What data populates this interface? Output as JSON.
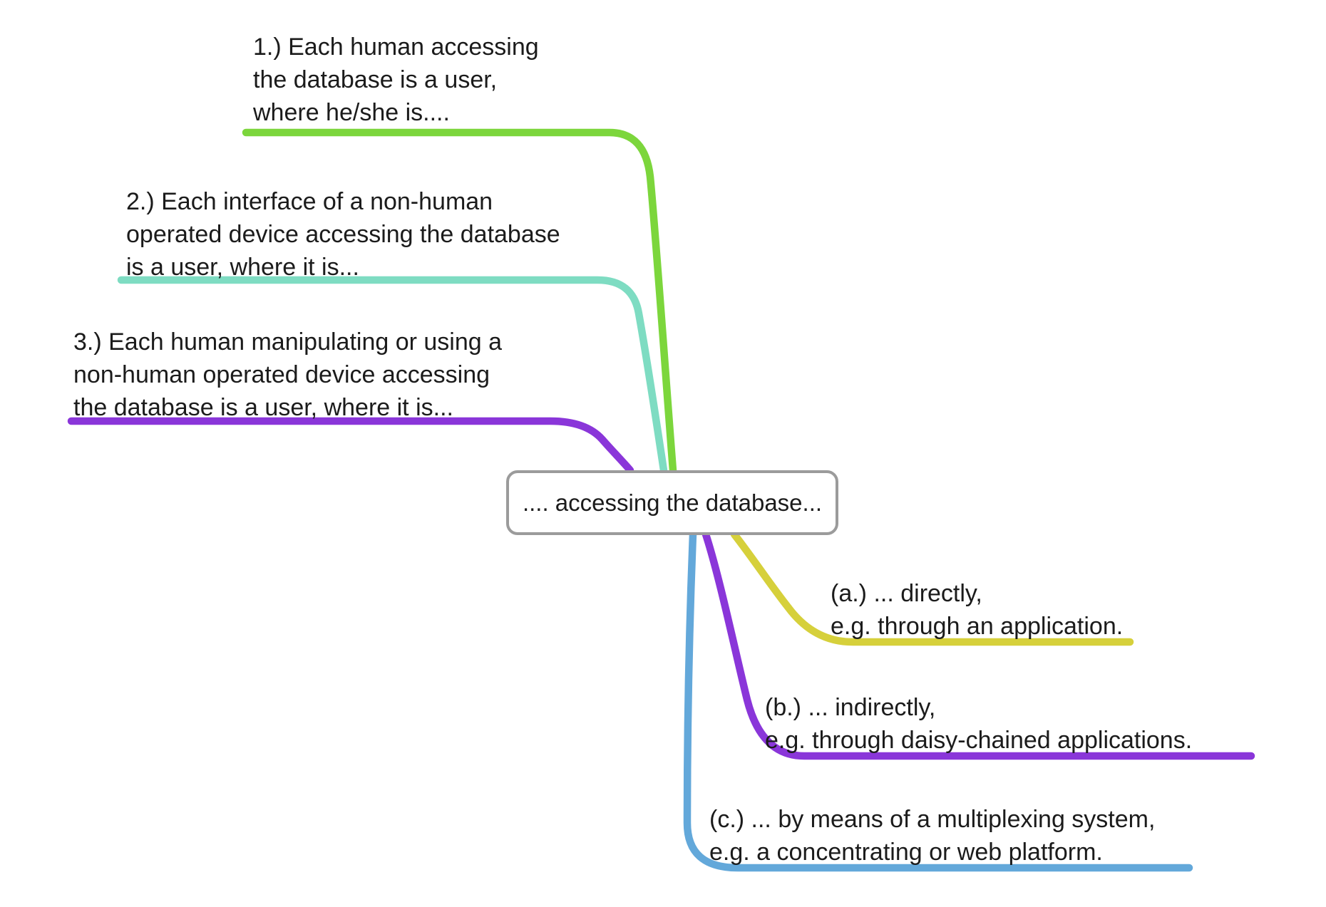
{
  "app": {
    "type": "mind-map"
  },
  "canvas": {
    "background": "#ffffff"
  },
  "root_node": {
    "label": ".... accessing the database...",
    "border_color": "#9b9b9b",
    "fill_color": "#ffffff",
    "text_color": "#1b1b1b"
  },
  "branches": [
    {
      "id": "branch-1",
      "color": "#7cd63c",
      "label_lines": [
        "1.) Each human accessing",
        "the database is a user,",
        "where he/she is...."
      ]
    },
    {
      "id": "branch-2",
      "color": "#7edcc2",
      "label_lines": [
        "2.) Each interface of a non-human",
        "operated device accessing the database",
        "is a user, where it is..."
      ]
    },
    {
      "id": "branch-3",
      "color": "#8a36d9",
      "label_lines": [
        "3.) Each human manipulating or using a",
        "non-human operated device accessing",
        "the database is a user, where it is..."
      ]
    },
    {
      "id": "branch-a",
      "color": "#d6d03b",
      "label_lines": [
        "(a.) ... directly,",
        "e.g. through an application."
      ]
    },
    {
      "id": "branch-b",
      "color": "#8a36d9",
      "label_lines": [
        "(b.) ... indirectly,",
        "e.g. through daisy-chained applications."
      ]
    },
    {
      "id": "branch-c",
      "color": "#63a8da",
      "label_lines": [
        "(c.) ... by means of a multiplexing system,",
        "e.g. a concentrating or web platform."
      ]
    }
  ]
}
